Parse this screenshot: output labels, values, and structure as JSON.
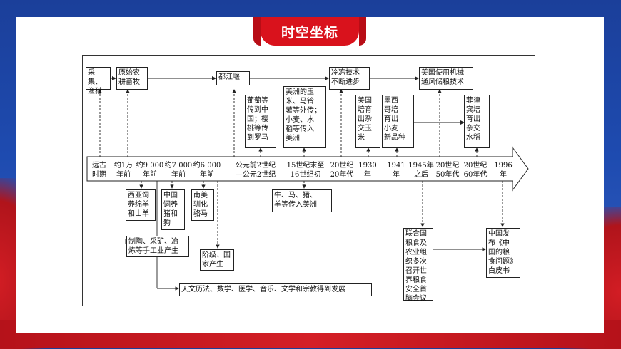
{
  "header": {
    "title": "时空坐标"
  },
  "top_row": [
    "采集、\n渔猎",
    "原始农\n耕畜牧",
    "都江堰",
    "冷冻技术\n不断进步",
    "美国使用机械\n通风储粮技术"
  ],
  "upper_boxes": [
    "葡萄等\n传到中\n国；樱\n桃等传\n到罗马",
    "美洲的玉\n米、马铃\n薯等外传；\n小麦、水\n稻等传入\n美洲",
    "美国\n培育\n出杂\n交玉\n米",
    "墨西\n哥培\n育出\n小麦\n新品种",
    "菲律\n宾培\n育出\n杂交\n水稻"
  ],
  "timeline": [
    "远古\n时期",
    "约1万\n年前",
    "约9 000\n年前",
    "约7 000\n年前",
    "约6 000\n年前",
    "公元前2世纪\n—公元2世纪",
    "15世纪末至\n16世纪初",
    "20世纪\n20年代",
    "1930\n年",
    "1941\n年",
    "1945年\n之后",
    "20世纪\n50年代",
    "20世纪\n60年代",
    "1996\n年"
  ],
  "lower_boxes": [
    "西亚饲\n养绵羊\n和山羊",
    "中国\n饲养\n猪和\n狗",
    "南美\n驯化\n骆马",
    "牛、马、猪、\n羊等传入美洲",
    "制陶、采矿、冶\n炼等手工业产生",
    "阶级、国\n家产生",
    "天文历法、数学、医学、音乐、文学和宗教得到发展",
    "联合国\n粮食及\n农业组\n织多次\n召开世\n界粮食\n安全首\n脑会议",
    "中国发\n布《中\n国的粮\n食问题》\n白皮书"
  ],
  "colors": {
    "accent_red": "#d9121c",
    "background_blue": "#1e4bb0"
  }
}
